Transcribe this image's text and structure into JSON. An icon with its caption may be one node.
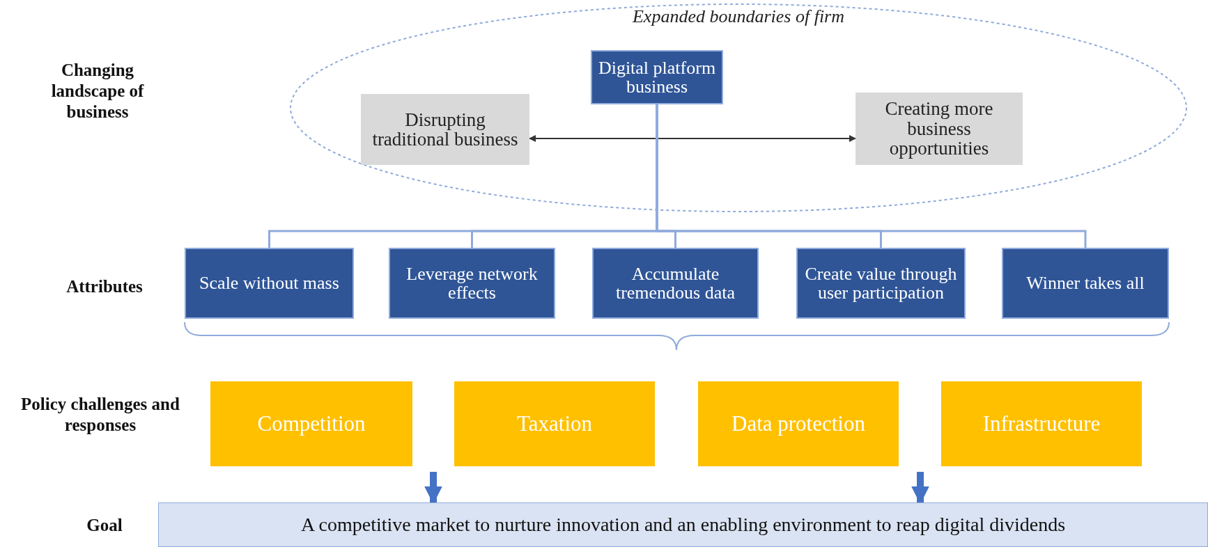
{
  "diagram": {
    "nodes": [
      {
        "text": [
          "Expanded boundaries of firm"
        ]
      },
      {
        "text": [
          "Digital platform business"
        ],
        "in": 0
      },
      {
        "text": [
          "Disrupting traditional business"
        ],
        "in": 0
      },
      {
        "text": [
          "Creating more business opportunities"
        ],
        "in": 0
      },
      {
        "text": [
          "Scale without mass"
        ]
      },
      {
        "text": [
          "Leverage network effects"
        ]
      },
      {
        "text": [
          "Accumulate tremendous data"
        ]
      },
      {
        "text": [
          "Create value through user participation"
        ]
      },
      {
        "text": [
          "Winner takes all"
        ]
      },
      {
        "text": [
          "Competition"
        ]
      },
      {
        "text": [
          "Taxation"
        ]
      },
      {
        "text": [
          "Data protection"
        ]
      },
      {
        "text": [
          "Infrastructure"
        ]
      },
      {
        "text": [
          "A competitive market to nurture innovation and an enabling environment to reap digital dividends"
        ]
      }
    ],
    "edges": [
      {
        "from": 1,
        "to": 2,
        "arrow": "to",
        "color": "#333333"
      },
      {
        "from": 1,
        "to": 3,
        "arrow": "to",
        "color": "#333333"
      },
      {
        "from": 1,
        "to": 4,
        "arrow": "none"
      },
      {
        "from": 1,
        "to": 5,
        "arrow": "none"
      },
      {
        "from": 1,
        "to": 6,
        "arrow": "none"
      },
      {
        "from": 1,
        "to": 7,
        "arrow": "none"
      },
      {
        "from": 1,
        "to": 8,
        "arrow": "none"
      },
      {
        "from": null,
        "to": 13,
        "arrow": "to",
        "style": "thick",
        "color": "#4472c4"
      },
      {
        "from": null,
        "to": 13,
        "arrow": "to",
        "style": "thick",
        "color": "#4472c4"
      }
    ],
    "labels": [
      "Changing landscape of business",
      "Attributes",
      "Policy challenges and responses",
      "Goal"
    ]
  }
}
